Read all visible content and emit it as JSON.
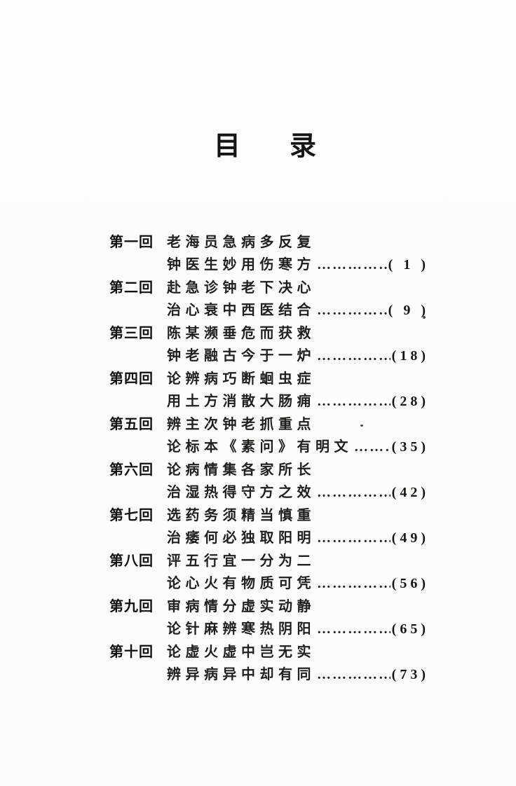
{
  "page": {
    "title": "目　录"
  },
  "toc": {
    "leader": "………………………………………………",
    "entries": [
      {
        "chapter": "第一回",
        "line1": "老海员急病多反复",
        "line2": "钟医生妙用伤寒方",
        "page_no": "( 1 )"
      },
      {
        "chapter": "第二回",
        "line1": "赴急诊钟老下决心",
        "line2": "治心衰中西医结合",
        "page_no": "( 9 )"
      },
      {
        "chapter": "第三回",
        "line1": "陈某濒垂危而获救",
        "line2": "钟老融古今于一炉",
        "page_no": "(18)"
      },
      {
        "chapter": "第四回",
        "line1": "论辨病巧断蛔虫症",
        "line2": "用土方消散大肠痈",
        "page_no": "(28)"
      },
      {
        "chapter": "第五回",
        "line1": "辨主次钟老抓重点",
        "line2": "论标本《素问》有明文",
        "page_no": "(35)"
      },
      {
        "chapter": "第六回",
        "line1": "论病情集各家所长",
        "line2": "治湿热得守方之效",
        "page_no": "(42)"
      },
      {
        "chapter": "第七回",
        "line1": "选药务须精当慎重",
        "line2": "治痿何必独取阳明",
        "page_no": "(49)"
      },
      {
        "chapter": "第八回",
        "line1": "评五行宜一分为二",
        "line2": "论心火有物质可凭",
        "page_no": "(56)"
      },
      {
        "chapter": "第九回",
        "line1": "审病情分虚实动静",
        "line2": "论针麻辨寒热阴阳",
        "page_no": "(65)"
      },
      {
        "chapter": "第十回",
        "line1": "论虚火虚中岂无实",
        "line2": "辨异病异中却有同",
        "page_no": "(73)"
      }
    ]
  }
}
